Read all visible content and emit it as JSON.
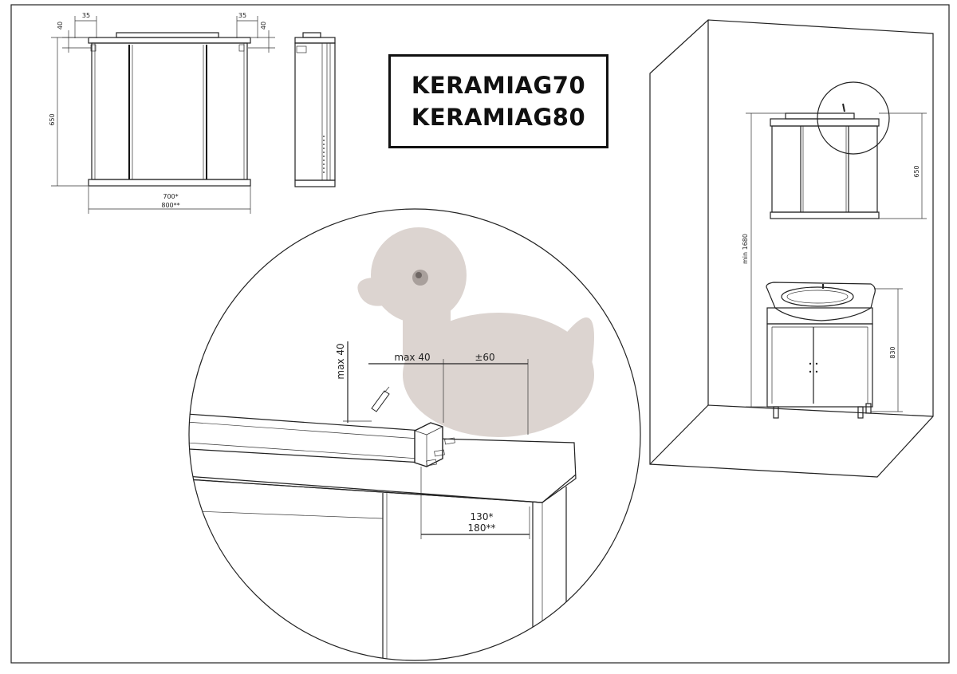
{
  "title": {
    "line1": "KERAMIAG70",
    "line2": "KERAMIAG80"
  },
  "front_view": {
    "offset_left": "35",
    "offset_right": "35",
    "small_left": "40",
    "small_right": "40",
    "height": "650",
    "width_70": "700*",
    "width_80": "800**"
  },
  "detail": {
    "max_height": "max 40",
    "max_depth": "max 40",
    "shift": "±60",
    "dist_70": "130*",
    "dist_80": "180**"
  },
  "room_view": {
    "mirror_height": "650",
    "min_height": "min 1680",
    "vanity_height": "830"
  },
  "colors": {
    "line": "#222222",
    "watermark": "#dcd4d0"
  }
}
